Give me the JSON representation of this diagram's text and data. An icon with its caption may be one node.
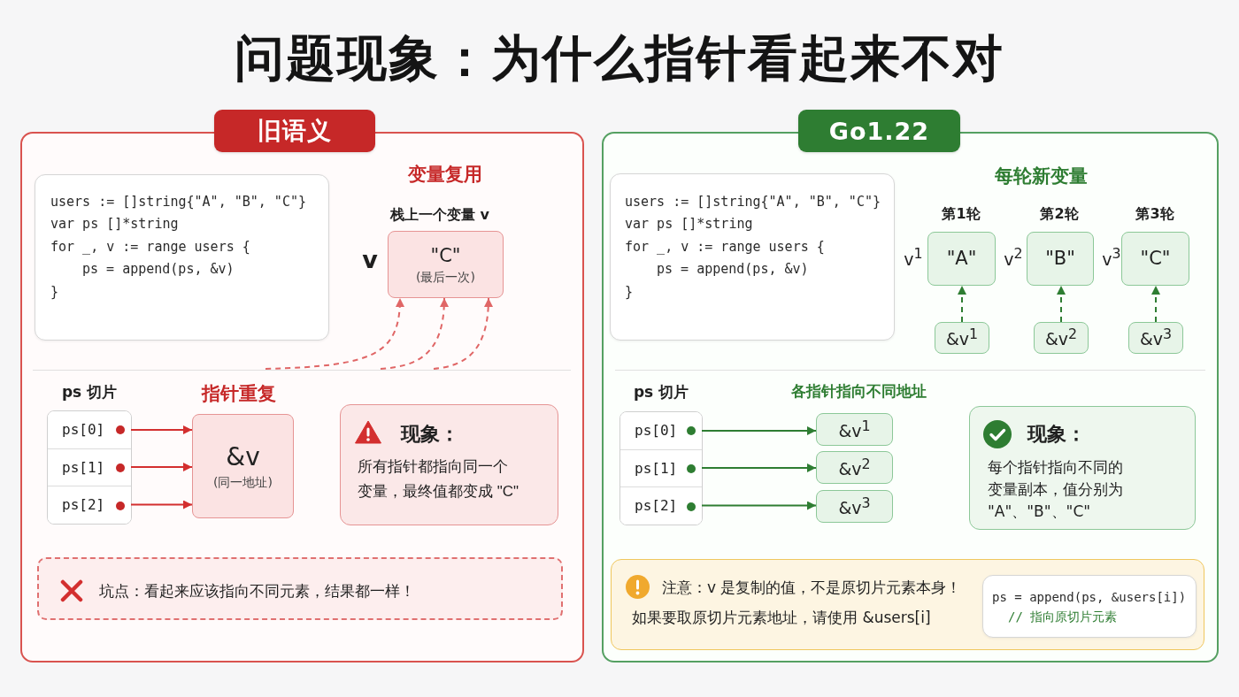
{
  "diagram": {
    "title": "问题现象：为什么指针看起来不对",
    "nodes": [
      {
        "text": [
          "旧语义"
        ]
      },
      {
        "text": [
          "users := []string{\"A\", \"B\", \"C\"}",
          "var ps []*string",
          "for _, v := range users {",
          "ps = append(ps, &v)",
          "}"
        ],
        "in": 0
      },
      {
        "text": [
          "\"C\"",
          "(最后一次)"
        ],
        "beside": [
          "栈上一个变量 v",
          "v"
        ],
        "in": 0
      },
      {
        "text": [
          "ps 切片"
        ],
        "in": 0
      },
      {
        "text": [
          "ps[0]"
        ],
        "in": 3
      },
      {
        "text": [
          "ps[1]"
        ],
        "in": 3
      },
      {
        "text": [
          "ps[2]"
        ],
        "in": 3
      },
      {
        "text": [
          "&v",
          "(同一地址)"
        ],
        "in": 0
      },
      {
        "text": [
          "现象：",
          "所有指针都指向同一个变量，最终值都变成 \"C\""
        ],
        "in": 0
      },
      {
        "text": [
          "坑点：看起来应该指向不同元素，结果都一样！"
        ],
        "in": 0
      },
      {
        "text": [
          "Go1.22"
        ]
      },
      {
        "text": [
          "users := []string{\"A\", \"B\", \"C\"}",
          "var ps []*string",
          "for _, v := range users {",
          "ps = append(ps, &v)",
          "}"
        ],
        "in": 10
      },
      {
        "text": [
          "\"A\""
        ],
        "beside": [
          "第1轮",
          "v$^{1}$"
        ],
        "in": 10
      },
      {
        "text": [
          "\"B\""
        ],
        "beside": [
          "第2轮",
          "v$^{2}$"
        ],
        "in": 10
      },
      {
        "text": [
          "\"C\""
        ],
        "beside": [
          "第3轮",
          "v$^{3}$"
        ],
        "in": 10
      },
      {
        "text": [
          "&v$^{1}$"
        ],
        "in": 10
      },
      {
        "text": [
          "&v$^{2}$"
        ],
        "in": 10
      },
      {
        "text": [
          "&v$^{3}$"
        ],
        "in": 10
      },
      {
        "text": [
          "ps 切片"
        ],
        "in": 10
      },
      {
        "text": [
          "ps[0]"
        ],
        "in": 18
      },
      {
        "text": [
          "ps[1]"
        ],
        "in": 18
      },
      {
        "text": [
          "ps[2]"
        ],
        "in": 18
      },
      {
        "text": [
          "&v$^{1}$"
        ],
        "in": 10
      },
      {
        "text": [
          "&v$^{2}$"
        ],
        "in": 10
      },
      {
        "text": [
          "&v$^{3}$"
        ],
        "in": 10
      },
      {
        "text": [
          "现象：",
          "每个指针指向不同的变量副本，值分别为\"A\"、\"B\"、\"C\""
        ],
        "in": 10
      },
      {
        "text": [
          "注意：v 是复制的值，不是原切片元素本身！",
          "如果要取原切片元素地址，请使用 &users[i]"
        ],
        "in": 10
      },
      {
        "text": [
          "ps = append(ps, &users[i])",
          "// 指向原切片元素"
        ],
        "in": 26
      }
    ],
    "edges": [
      {
        "from": null,
        "to": 2,
        "arrow": "to",
        "style": "dashed",
        "color": "#e06666"
      },
      {
        "from": null,
        "to": 2,
        "arrow": "to",
        "style": "dashed",
        "color": "#e06666"
      },
      {
        "from": null,
        "to": 2,
        "arrow": "to",
        "style": "dashed",
        "color": "#e06666"
      },
      {
        "from": 4,
        "to": 7,
        "arrow": "to",
        "color": "#d32f2f"
      },
      {
        "from": 5,
        "to": 7,
        "arrow": "to",
        "color": "#d32f2f"
      },
      {
        "from": 6,
        "to": 7,
        "arrow": "to",
        "color": "#d32f2f"
      },
      {
        "from": 15,
        "to": 12,
        "arrow": "to",
        "style": "dashed",
        "color": "#2e7d32"
      },
      {
        "from": 16,
        "to": 13,
        "arrow": "to",
        "style": "dashed",
        "color": "#2e7d32"
      },
      {
        "from": 17,
        "to": 14,
        "arrow": "to",
        "style": "dashed",
        "color": "#2e7d32"
      },
      {
        "from": 19,
        "to": 22,
        "arrow": "to",
        "color": "#2e7d32"
      },
      {
        "from": 20,
        "to": 23,
        "arrow": "to",
        "color": "#2e7d32"
      },
      {
        "from": 21,
        "to": 24,
        "arrow": "to",
        "color": "#2e7d32"
      }
    ],
    "labels": [
      "变量复用",
      "指针重复",
      "每轮新变量",
      "各指针指向不同地址"
    ]
  }
}
